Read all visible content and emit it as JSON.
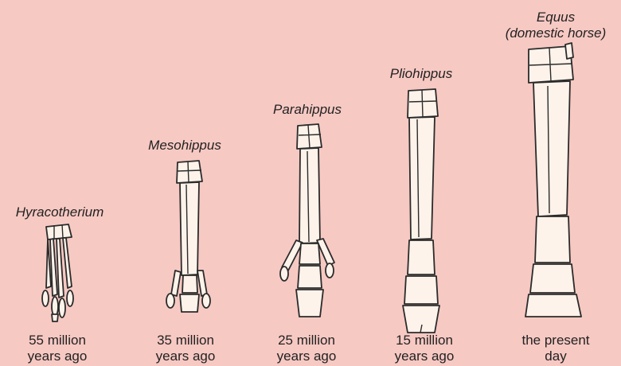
{
  "species": [
    {
      "name": "Hyracotherium",
      "age_line1": "55 million",
      "age_line2": "years ago"
    },
    {
      "name": "Mesohippus",
      "age_line1": "35 million",
      "age_line2": "years ago"
    },
    {
      "name": "Parahippus",
      "age_line1": "25 million",
      "age_line2": "years ago"
    },
    {
      "name": "Pliohippus",
      "age_line1": "15 million",
      "age_line2": "years ago"
    },
    {
      "name_line1": "Equus",
      "name_line2": "(domestic horse)",
      "age_line1": "the present",
      "age_line2": "day"
    }
  ],
  "colors": {
    "background": "#f7c9c3",
    "bone": "#fdf3ea",
    "outline": "#2b2b2b"
  }
}
